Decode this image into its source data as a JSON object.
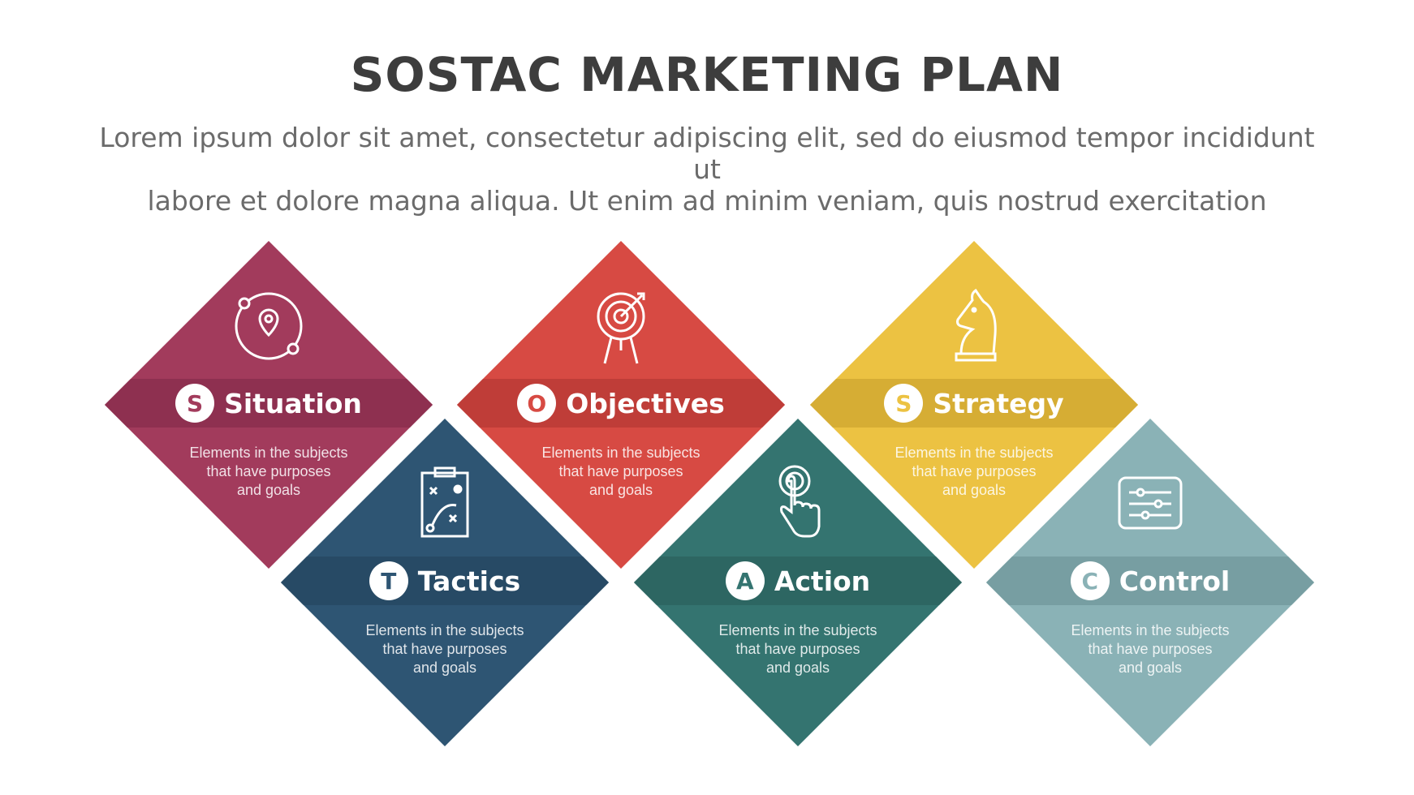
{
  "title": "SOSTAC MARKETING PLAN",
  "subtitle": {
    "line1": "Lorem ipsum dolor sit amet, consectetur adipiscing elit, sed do eiusmod tempor incididunt ut",
    "line2": "labore et dolore magna aliqua. Ut enim ad minim veniam, quis nostrud exercitation"
  },
  "steps": [
    {
      "letter": "S",
      "label": "Situation",
      "icon": "location-orbit-icon",
      "color": "#a23b5c",
      "band": "#8e3050",
      "desc": [
        "Elements in the subjects",
        "that have purposes",
        "and  goals"
      ]
    },
    {
      "letter": "T",
      "label": "Tactics",
      "icon": "tactics-clipboard-icon",
      "color": "#2e5573",
      "band": "#274a65",
      "desc": [
        "Elements in the subjects",
        "that have purposes",
        "and  goals"
      ]
    },
    {
      "letter": "O",
      "label": "Objectives",
      "icon": "target-icon",
      "color": "#d74a43",
      "band": "#bf3d38",
      "desc": [
        "Elements in the subjects",
        "that have purposes",
        "and  goals"
      ]
    },
    {
      "letter": "A",
      "label": "Action",
      "icon": "hand-pointer-icon",
      "color": "#347470",
      "band": "#2d6662",
      "desc": [
        "Elements in the subjects",
        "that have purposes",
        "and  goals"
      ]
    },
    {
      "letter": "S",
      "label": "Strategy",
      "icon": "chess-knight-icon",
      "color": "#ecc242",
      "band": "#d6ad34",
      "desc": [
        "Elements in the subjects",
        "that have purposes",
        "and  goals"
      ]
    },
    {
      "letter": "C",
      "label": "Control",
      "icon": "sliders-icon",
      "color": "#8ab2b6",
      "band": "#779ea2",
      "desc": [
        "Elements in the subjects",
        "that have purposes",
        "and  goals"
      ]
    }
  ]
}
